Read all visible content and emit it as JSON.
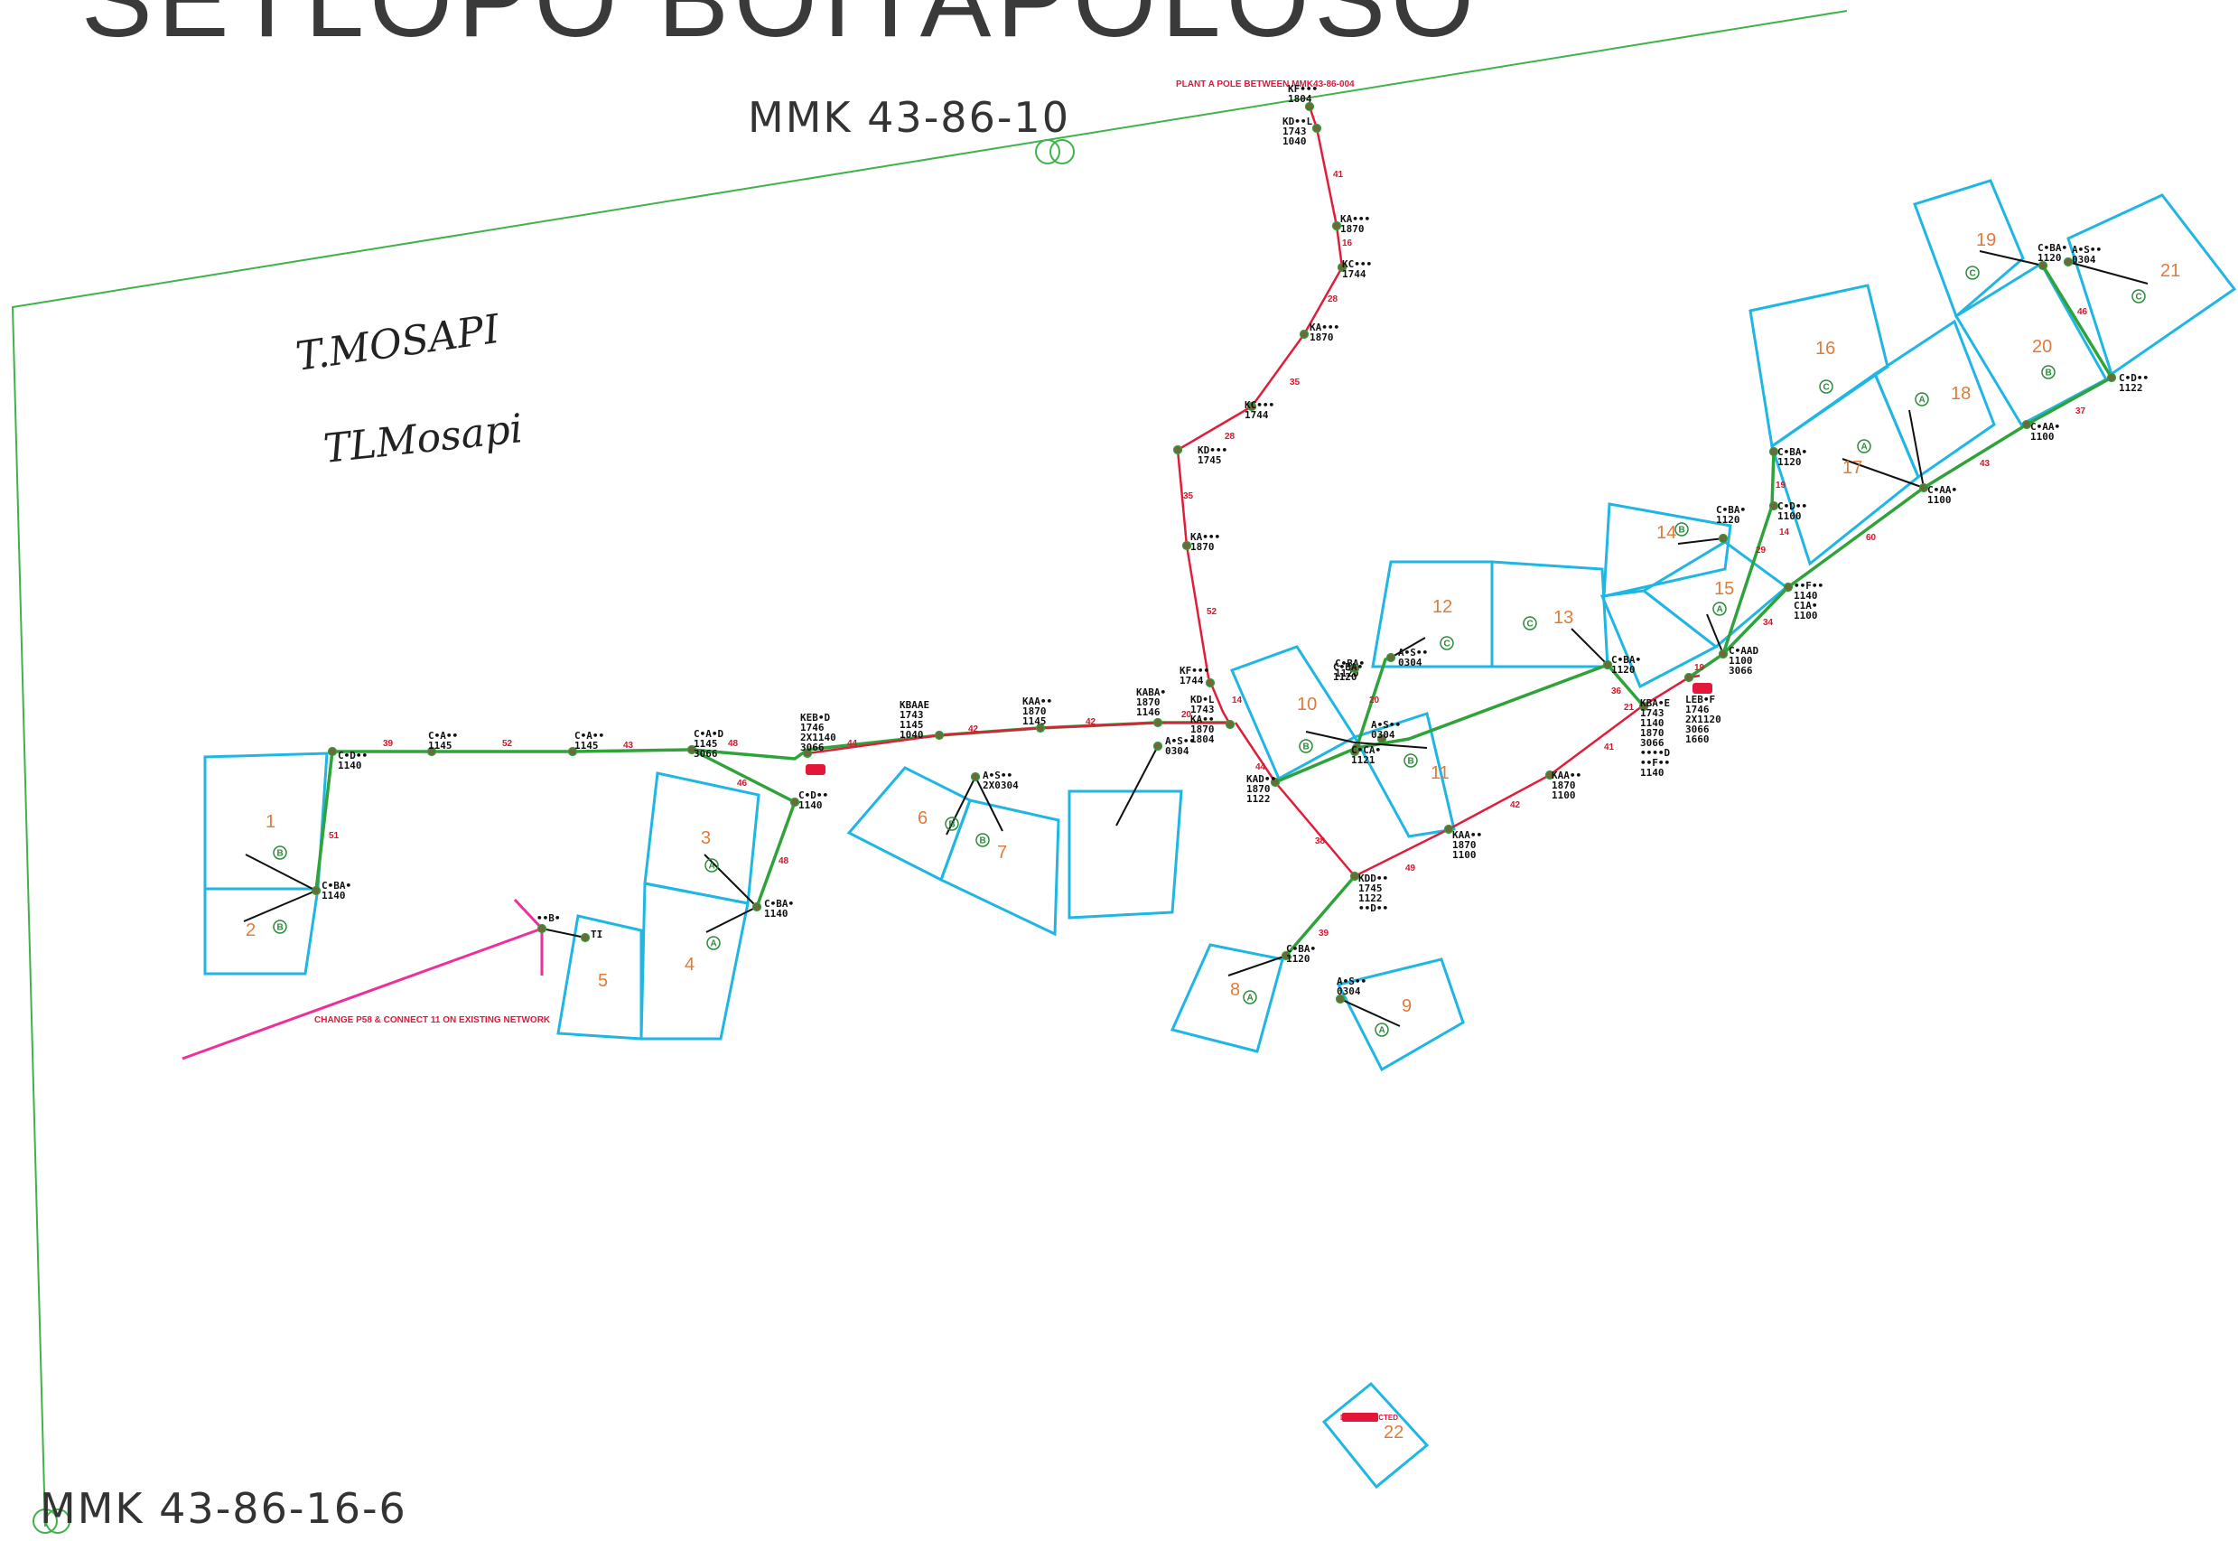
{
  "title": "SETLOPO BOITAPOLOSO",
  "grid_refs": {
    "top": "MMK 43-86-10",
    "bottom": "MMK 43-86-16-6"
  },
  "handwriting": {
    "name": "T.MOSAPI",
    "signature": "TLMosapi"
  },
  "notes": {
    "top_red": "PLANT A POLE BETWEEN MMK43-86-004",
    "bottom_red": "CHANGE P58 & CONNECT 11 ON EXISTING NETWORK",
    "plot22_tag": "DISCONNECTED"
  },
  "plots": [
    {
      "num": "1",
      "stand": "B"
    },
    {
      "num": "2",
      "stand": "B"
    },
    {
      "num": "3",
      "stand": "A"
    },
    {
      "num": "4",
      "stand": "A"
    },
    {
      "num": "5",
      "stand": ""
    },
    {
      "num": "6",
      "stand": "B"
    },
    {
      "num": "7",
      "stand": "B"
    },
    {
      "num": "8",
      "stand": "A"
    },
    {
      "num": "9",
      "stand": "A"
    },
    {
      "num": "10",
      "stand": "B"
    },
    {
      "num": "11",
      "stand": "B"
    },
    {
      "num": "12",
      "stand": "C"
    },
    {
      "num": "13",
      "stand": "C"
    },
    {
      "num": "14",
      "stand": "B"
    },
    {
      "num": "15",
      "stand": "A"
    },
    {
      "num": "16",
      "stand": "C"
    },
    {
      "num": "17",
      "stand": "A"
    },
    {
      "num": "18",
      "stand": "A"
    },
    {
      "num": "19",
      "stand": "C"
    },
    {
      "num": "20",
      "stand": "B"
    },
    {
      "num": "21",
      "stand": "C"
    },
    {
      "num": "22",
      "stand": ""
    }
  ],
  "poles": [
    {
      "id": "p-top",
      "label": "KF•••\n1804"
    },
    {
      "id": "p-kd1",
      "label": "KD••L\n1743\n1040"
    },
    {
      "id": "p-ka1",
      "label": "KA•••\n1870"
    },
    {
      "id": "p-kc1",
      "label": "KC•••\n1744"
    },
    {
      "id": "p-ka2",
      "label": "KA•••\n1870"
    },
    {
      "id": "p-kc2",
      "label": "KC•••\n1744"
    },
    {
      "id": "p-kd2",
      "label": "KD•••\n1745"
    },
    {
      "id": "p-ka3",
      "label": "KA•••\n1870"
    },
    {
      "id": "p-kf2",
      "label": "KF•••\n1744"
    },
    {
      "id": "p-junction",
      "label": "KD•L\n1743\nKA••\n1870\n1804"
    },
    {
      "id": "p-kaba",
      "label": "KABA•\n1870\n1146"
    },
    {
      "id": "p-as1",
      "label": "A•S••\n0304"
    },
    {
      "id": "p-kaa1",
      "label": "KAA••\n1870\n1145"
    },
    {
      "id": "p-kbaae",
      "label": "KBAAE\n1743\n1145\n1040"
    },
    {
      "id": "p-as2",
      "label": "A•S••\n2X0304"
    },
    {
      "id": "p-keb",
      "label": "KEB•D\n1746\n2X1140\n3066"
    },
    {
      "id": "p-cad",
      "label": "C•A•D\n1145\n3066"
    },
    {
      "id": "p-ca2",
      "label": "C•A••\n1145"
    },
    {
      "id": "p-ca1",
      "label": "C•A••\n1145"
    },
    {
      "id": "p-cd1",
      "label": "C•D••\n1140"
    },
    {
      "id": "p-cba1",
      "label": "C•BA•\n1140"
    },
    {
      "id": "p-cd2",
      "label": "C•D••\n1140"
    },
    {
      "id": "p-cba2",
      "label": "C•BA•\n1140"
    },
    {
      "id": "p-b",
      "label": "••B•"
    },
    {
      "id": "p-ti",
      "label": "TI"
    },
    {
      "id": "p-kad",
      "label": "KAD••\n1870\n1122"
    },
    {
      "id": "p-cba10",
      "label": "C•BA•\n1120"
    },
    {
      "id": "p-as10",
      "label": "A•S••\n0304"
    },
    {
      "id": "p-cca",
      "label": "C•CA•\n1121"
    },
    {
      "id": "p-kdd",
      "label": "KDD••\n1745\n1122\n••D••"
    },
    {
      "id": "p-cba8",
      "label": "C•BA•\n1120"
    },
    {
      "id": "p-as9",
      "label": "A•S••\n0304"
    },
    {
      "id": "p-kaa2",
      "label": "KAA••\n1870\n1100"
    },
    {
      "id": "p-kaa3",
      "label": "KAA••\n1870\n1100"
    },
    {
      "id": "p-kbae",
      "label": "KBA•E\n1743\n1140\n1870\n3066\n••••D\n••F••\n1140"
    },
    {
      "id": "p-cba13",
      "label": "C•BA•\n1120"
    },
    {
      "id": "p-as12",
      "label": "A•S••\n0304"
    },
    {
      "id": "p-cba12",
      "label": "C•BA•\n1120"
    },
    {
      "id": "p-leb",
      "label": "LEB•F\n1746\n2X1120\n3066\n1660"
    },
    {
      "id": "p-caad",
      "label": "C•AAD\n1100\n3066"
    },
    {
      "id": "p-ff",
      "label": "••F••\n1140\nC1A•\n1100"
    },
    {
      "id": "p-cba14",
      "label": "C•BA•\n1120"
    },
    {
      "id": "p-cd16",
      "label": "C•D••\n1100"
    },
    {
      "id": "p-cba16",
      "label": "C•BA•\n1120"
    },
    {
      "id": "p-caa17",
      "label": "C•AA•\n1100"
    },
    {
      "id": "p-caa20",
      "label": "C•AA•\n1100"
    },
    {
      "id": "p-cd21",
      "label": "C•D••\n1122"
    },
    {
      "id": "p-cba19",
      "label": "C•BA•\n1120"
    },
    {
      "id": "p-as19",
      "label": "A•S••\n0304"
    }
  ],
  "spans": {
    "red_main": [
      "41",
      "16",
      "28",
      "35",
      "28",
      "35",
      "52",
      "14",
      "20",
      "42",
      "42",
      "44"
    ],
    "green_main": [
      "39",
      "52",
      "43",
      "48",
      "51",
      "46",
      "48"
    ],
    "east": [
      "44",
      "38",
      "49",
      "42",
      "41",
      "21",
      "36",
      "19",
      "34",
      "29",
      "19",
      "14",
      "60",
      "43",
      "37",
      "46",
      "39",
      "20"
    ]
  },
  "colors": {
    "parcel": "#1fb6e3",
    "mv_line": "#e01d3a",
    "lv_line": "#2fa33a",
    "boundary": "#3fb34a",
    "note": "#e3173a",
    "pointer": "#ee2f9b",
    "plot_number": "#e07b39"
  }
}
